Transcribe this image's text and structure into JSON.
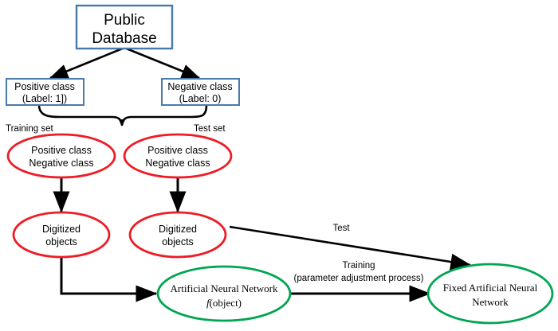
{
  "diagram": {
    "title": "Machine learning workflow from public database to fixed artificial neural network",
    "colors": {
      "box_border": "#4a7aab",
      "ellipse_red": "#ee1c25",
      "ellipse_green": "#00a551",
      "arrow": "#000000",
      "text": "#000000",
      "background": "#ffffff"
    },
    "nodes": {
      "public_database": {
        "line1": "Public",
        "line2": "Database",
        "shape": "rectangle"
      },
      "positive_class_box": {
        "line1": "Positive class",
        "line2": "(Label: 1])",
        "shape": "rectangle"
      },
      "negative_class_box": {
        "line1": "Negative class",
        "line2": "(Label: 0)",
        "shape": "rectangle"
      },
      "training_set_ellipse": {
        "line1": "Positive class",
        "line2": "Negative class",
        "shape": "ellipse"
      },
      "test_set_ellipse": {
        "line1": "Positive class",
        "line2": "Negative class",
        "shape": "ellipse"
      },
      "training_digitized": {
        "line1": "Digitized",
        "line2": "objects",
        "shape": "ellipse"
      },
      "test_digitized": {
        "line1": "Digitized",
        "line2": "objects",
        "shape": "ellipse"
      },
      "artificial_neural_network": {
        "line1": "Artificial Neural Network",
        "line2_italic": "f",
        "line2_rest": "(object)",
        "shape": "ellipse"
      },
      "fixed_artificial_neural_network": {
        "line1": "Fixed Artificial Neural",
        "line2": "Network",
        "shape": "ellipse"
      }
    },
    "labels": {
      "training_set": "Training set",
      "test_set": "Test set",
      "test_edge": "Test",
      "training_edge_line1": "Training",
      "training_edge_line2": "(parameter adjustment process)"
    }
  }
}
